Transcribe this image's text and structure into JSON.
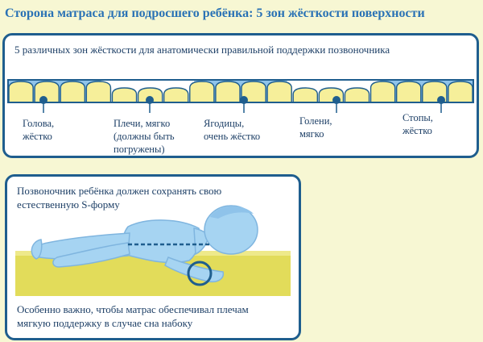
{
  "title": "Сторона матраса для подросшего ребёнка: 5 зон жёсткости поверхности",
  "top_panel": {
    "description": "5 различных зон жёсткости для анатомически правильной поддержки позвоночника",
    "zones": [
      {
        "label_lines": [
          "Голова,",
          "жёстко"
        ],
        "firmness": "firm",
        "color": "#8fc3ea"
      },
      {
        "label_lines": [
          "Плечи, мягко",
          "(должны быть",
          "погружены)"
        ],
        "firmness": "soft",
        "color": "#ffffff"
      },
      {
        "label_lines": [
          "Ягодицы,",
          "очень жёстко"
        ],
        "firmness": "firm",
        "color": "#8fc3ea"
      },
      {
        "label_lines": [
          "Голени,",
          "мягко"
        ],
        "firmness": "soft",
        "color": "#ffffff"
      },
      {
        "label_lines": [
          "Стопы,",
          "жёстко"
        ],
        "firmness": "firm",
        "color": "#8fc3ea"
      }
    ],
    "colors": {
      "firm_bg": "#8fc3ea",
      "soft_bg": "#ffffff",
      "spring": "#f6ef9a",
      "outline": "#1f5e8e"
    }
  },
  "bottom_panel": {
    "heading_lines": [
      "Позвоночник ребёнка должен сохранять свою",
      "естественную S-форму"
    ],
    "footer_lines": [
      "Особенно важно, чтобы матрас обеспечивал плечам",
      "мягкую поддержку в случае сна набоку"
    ],
    "colors": {
      "mattress": "#e2dc5a",
      "body": "#a6d4f2",
      "spine": "#1f5e8e"
    }
  }
}
